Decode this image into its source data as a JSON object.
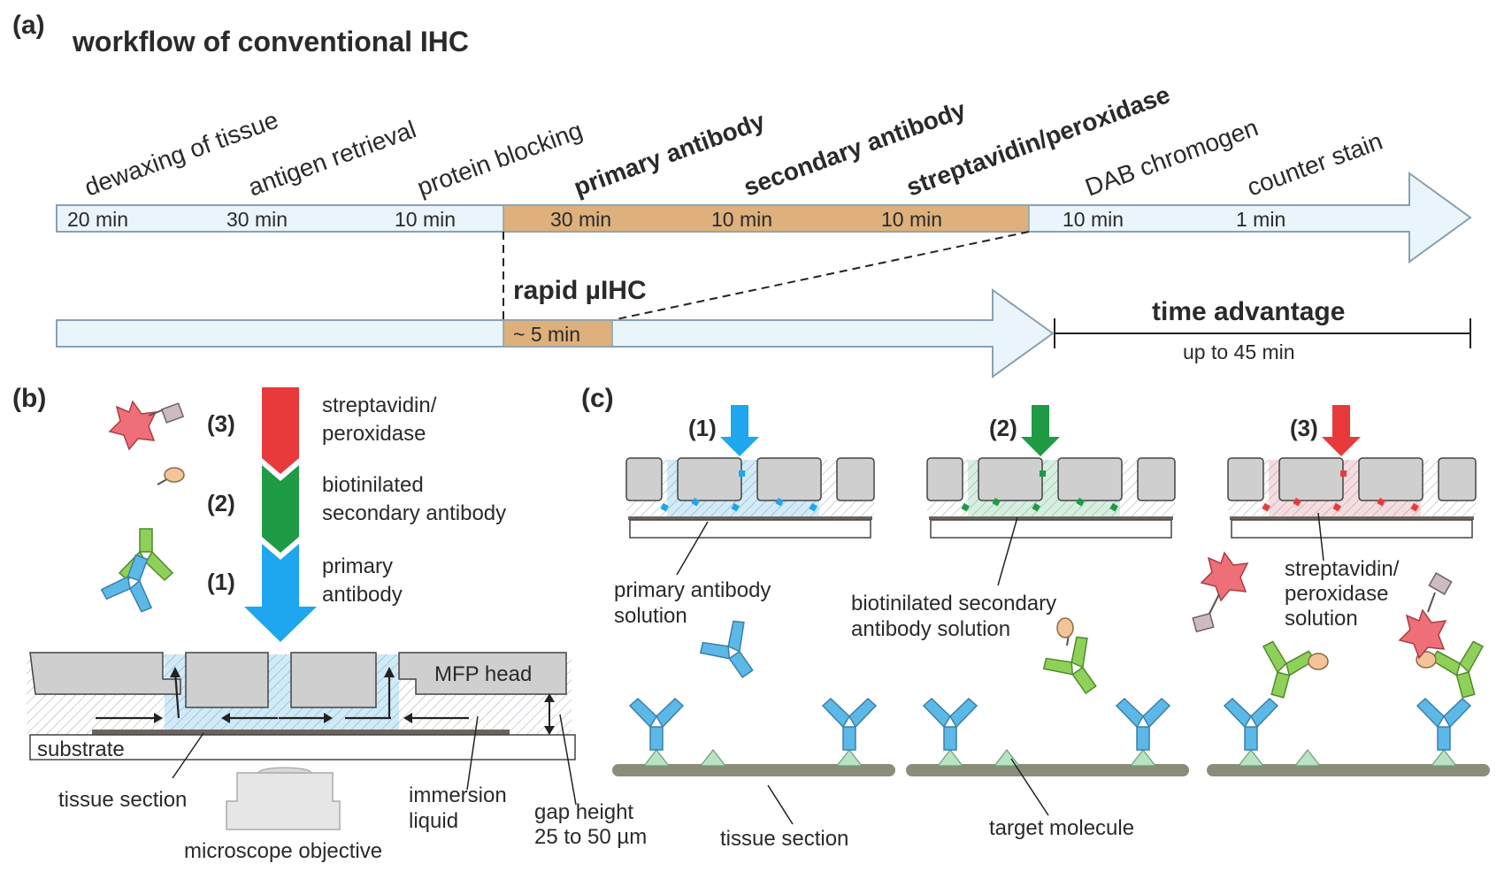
{
  "panel_a": {
    "letter": "(a)",
    "title": "workflow of conventional IHC",
    "steps": [
      {
        "label": "dewaxing of tissue",
        "time": "20 min",
        "bold": false
      },
      {
        "label": "antigen retrieval",
        "time": "30 min",
        "bold": false
      },
      {
        "label": "protein blocking",
        "time": "10 min",
        "bold": false
      },
      {
        "label": "primary antibody",
        "time": "30 min",
        "bold": true
      },
      {
        "label": "secondary antibody",
        "time": "10 min",
        "bold": true
      },
      {
        "label": "streptavidin/peroxidase",
        "time": "10 min",
        "bold": true
      },
      {
        "label": "DAB chromogen",
        "time": "10 min",
        "bold": false
      },
      {
        "label": "counter stain",
        "time": "1 min",
        "bold": false
      }
    ],
    "rapid_title": "rapid µIHC",
    "rapid_time": "~ 5 min",
    "advantage_title": "time advantage",
    "advantage_value": "up to 45 min"
  },
  "panel_b": {
    "letter": "(b)",
    "reagents": [
      {
        "num": "(3)",
        "line1": "streptavidin/",
        "line2": "peroxidase",
        "color": "#e83a3a"
      },
      {
        "num": "(2)",
        "line1": "biotinilated",
        "line2": "secondary antibody",
        "color": "#1f9a45"
      },
      {
        "num": "(1)",
        "line1": "primary",
        "line2": "antibody",
        "color": "#1ea6ee"
      }
    ],
    "mfp_head": "MFP head",
    "substrate": "substrate",
    "tissue_section": "tissue section",
    "immersion_1": "immersion",
    "immersion_2": "liquid",
    "gap_1": "gap height",
    "gap_2": "25 to 50 µm",
    "objective": "microscope objective"
  },
  "panel_c": {
    "letter": "(c)",
    "nums": [
      "(1)",
      "(2)",
      "(3)"
    ],
    "arrow_colors": [
      "#1ea6ee",
      "#1f9a45",
      "#e83a3a"
    ],
    "fill_colors": [
      "#bfe3f5",
      "#c4ead3",
      "#f3cdd1"
    ],
    "primary_sol_1": "primary antibody",
    "primary_sol_2": "solution",
    "secondary_sol_1": "biotinilated secondary",
    "secondary_sol_2": "antibody solution",
    "strep_sol_1": "streptavidin/",
    "strep_sol_2": "peroxidase",
    "strep_sol_3": "solution",
    "tissue_section": "tissue section",
    "target_molecule": "target molecule"
  },
  "colors": {
    "timeline_fill": "#eaf4fb",
    "timeline_stroke": "#8aa0b2",
    "antibody_step_fill": "#ddb07c",
    "gray_block": "#cfcfcf",
    "blue_ab": "#5cb8e6",
    "green_ab": "#8fd05a",
    "red_enzyme": "#ef6f78",
    "tissue": "#8c8c7a"
  }
}
